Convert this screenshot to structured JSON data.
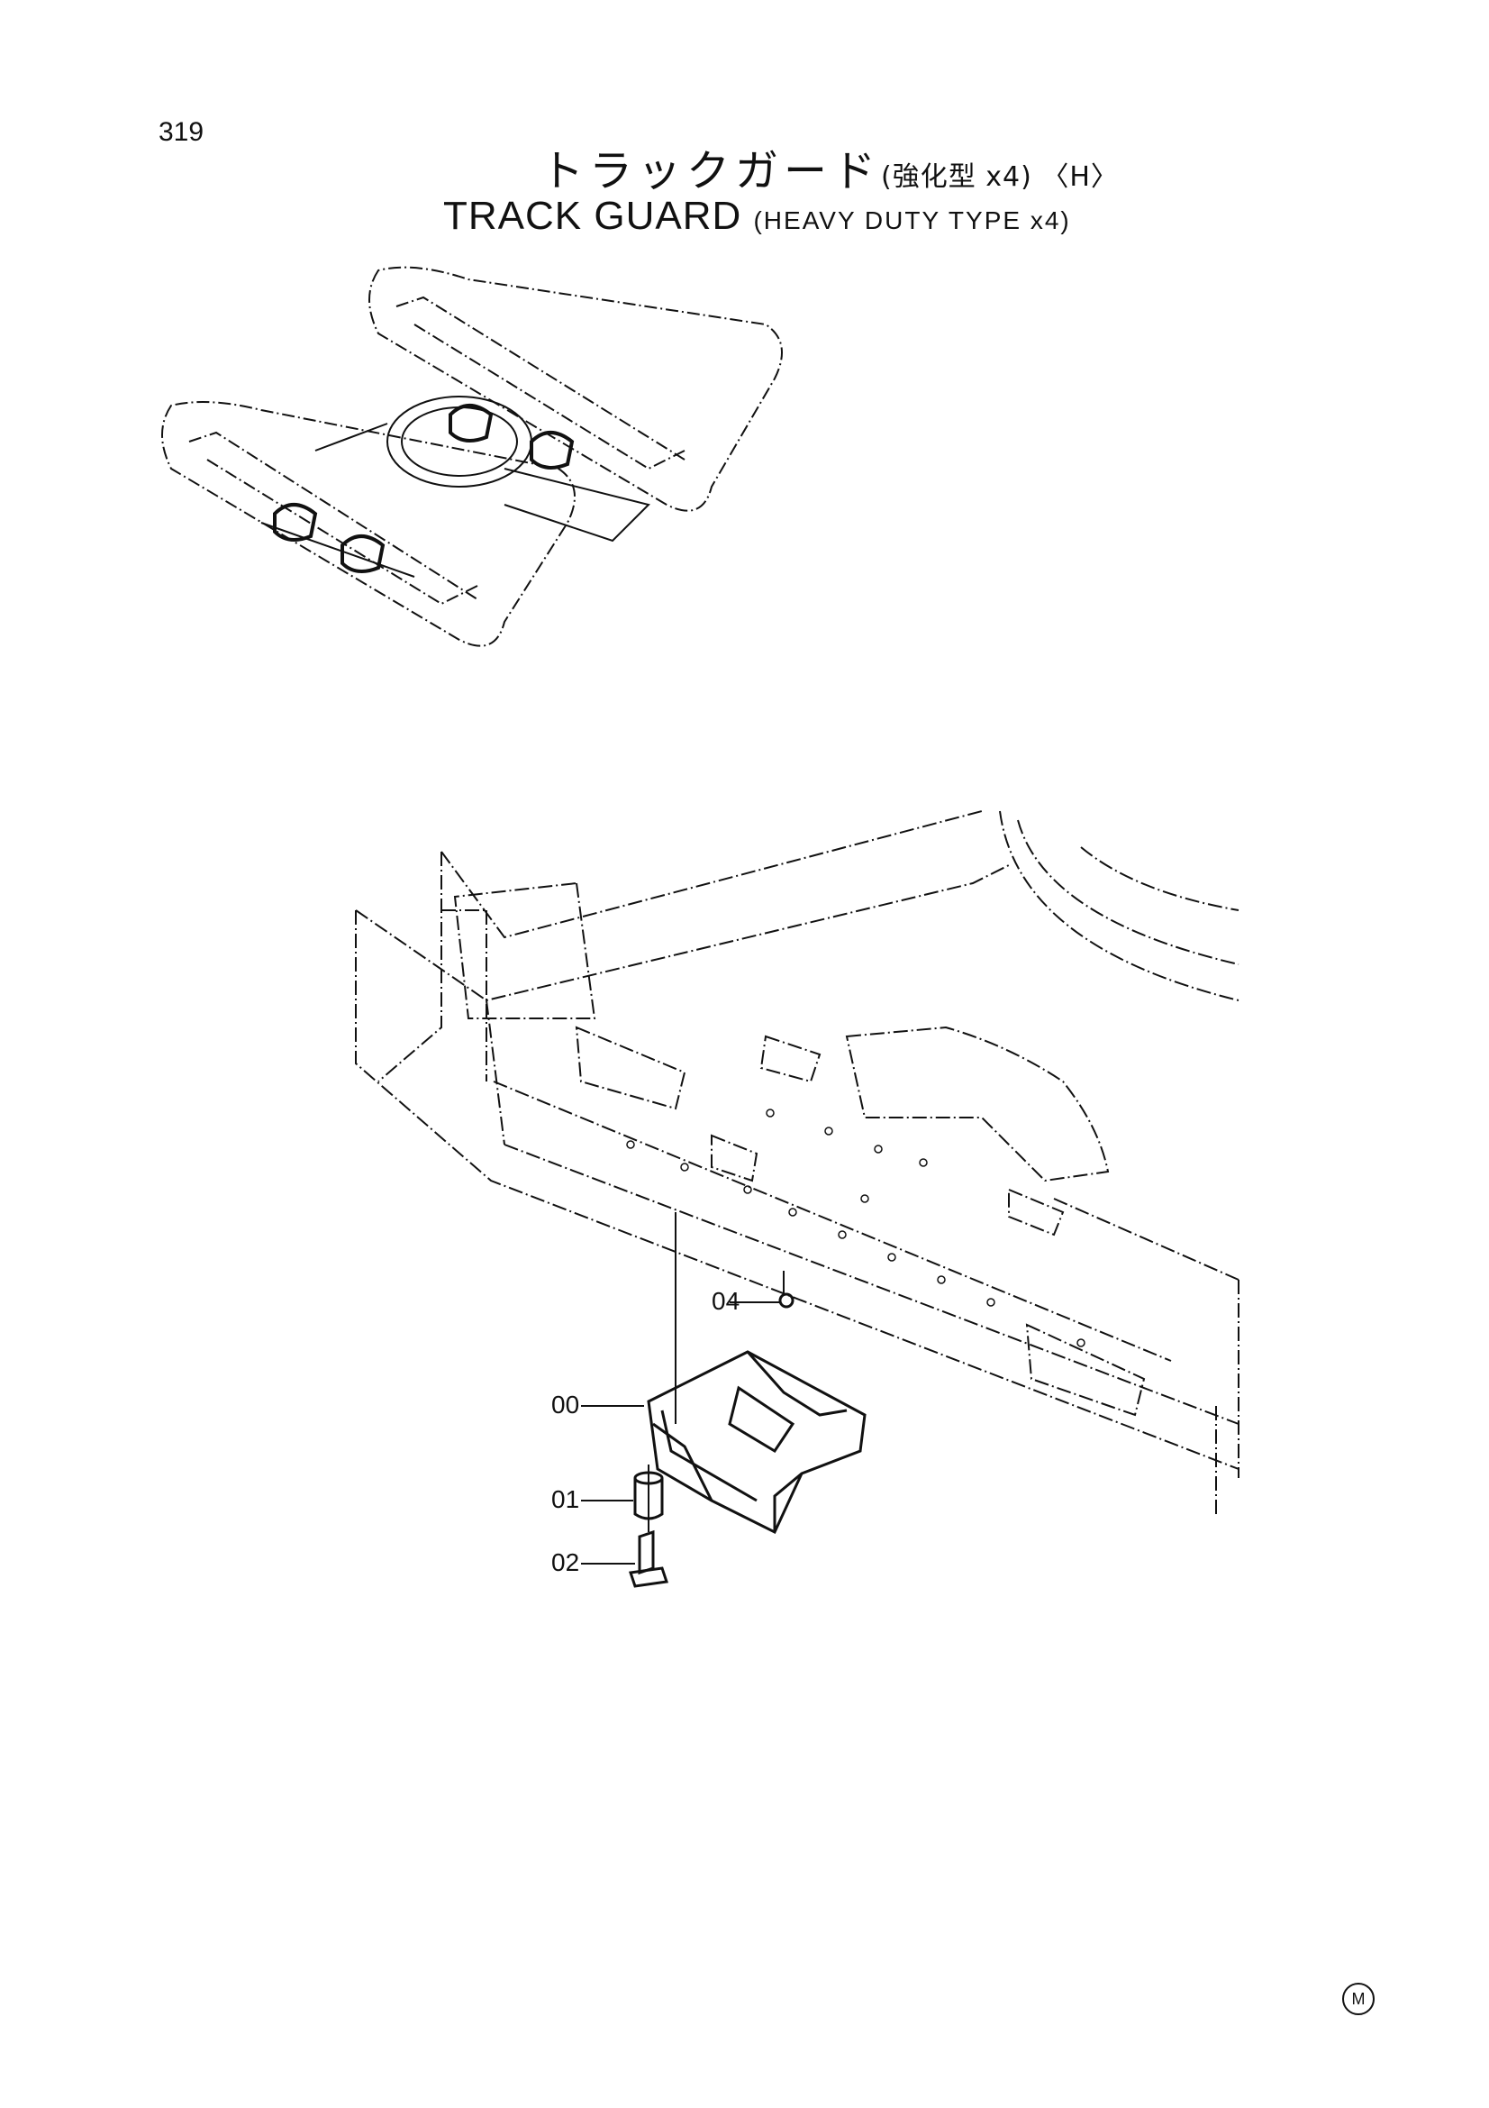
{
  "page_number": "319",
  "title_jp": {
    "main": "トラックガード",
    "sub": "(強化型 x4) 〈H〉"
  },
  "title_en": {
    "main": "TRACK GUARD",
    "sub": "(HEAVY DUTY TYPE x4)"
  },
  "callouts": {
    "part_00": "00",
    "part_01": "01",
    "part_02": "02",
    "part_04": "04"
  },
  "corner_mark": "M",
  "colors": {
    "line": "#111111",
    "background": "#ffffff"
  }
}
